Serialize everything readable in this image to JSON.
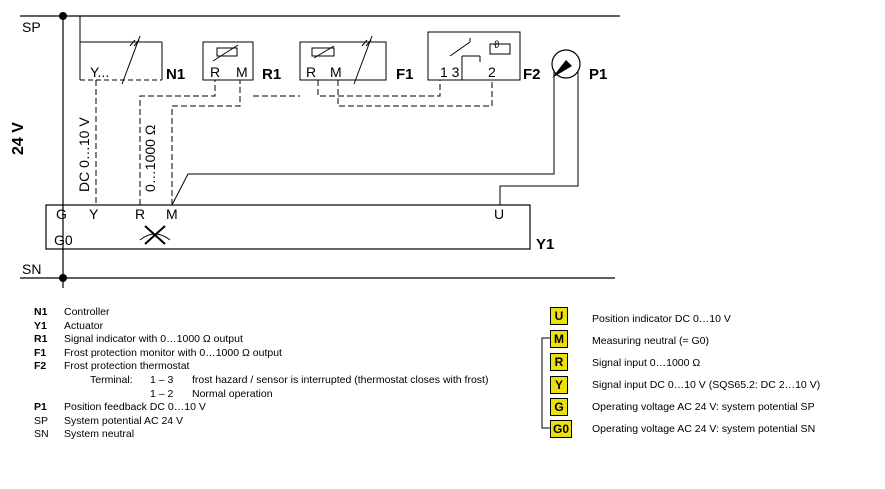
{
  "rails": {
    "top_label": "SP",
    "bottom_label": "SN",
    "voltage_label": "24 V"
  },
  "devices": {
    "n1": {
      "tag": "N1",
      "inner": "Y..."
    },
    "r1": {
      "tag": "R1",
      "r": "R",
      "m": "M"
    },
    "f1": {
      "tag": "F1",
      "r": "R",
      "m": "M"
    },
    "f2": {
      "tag": "F2",
      "t13": "1 3",
      "t2": "2",
      "symbol": "ϑ"
    },
    "p1": {
      "tag": "P1"
    }
  },
  "signals": {
    "y_signal": "DC 0…10 V",
    "r_signal": "0…1000 Ω"
  },
  "actuator": {
    "tag": "Y1",
    "terminal_g": "G",
    "terminal_y": "Y",
    "terminal_r": "R",
    "terminal_m": "M",
    "terminal_u": "U",
    "terminal_g0": "G0"
  },
  "legend": {
    "items": [
      {
        "key": "N1",
        "text": "Controller"
      },
      {
        "key": "Y1",
        "text": "Actuator"
      },
      {
        "key": "R1",
        "text": "Signal indicator with 0…1000 Ω output"
      },
      {
        "key": "F1",
        "text": "Frost protection monitor with 0…1000 Ω output"
      },
      {
        "key": "F2",
        "text": "Frost protection thermostat"
      }
    ],
    "terminal_label": "Terminal:",
    "terminal_rows": [
      {
        "code": "1 – 3",
        "text": "frost hazard / sensor is interrupted (thermostat closes with frost)"
      },
      {
        "code": "1 – 2",
        "text": "Normal operation"
      }
    ],
    "items_after": [
      {
        "key": "P1",
        "text": "Position feedback DC 0…10 V",
        "bold": true
      },
      {
        "key": "SP",
        "text": "System potential AC 24 V",
        "bold": false
      },
      {
        "key": "SN",
        "text": "System neutral",
        "bold": false
      }
    ]
  },
  "terminals": [
    {
      "code": "U",
      "text": "Position indicator DC 0…10 V"
    },
    {
      "code": "M",
      "text": "Measuring neutral (= G0)"
    },
    {
      "code": "R",
      "text": "Signal input 0…1000 Ω"
    },
    {
      "code": "Y",
      "text": "Signal input DC 0…10 V (SQS65.2: DC 2…10 V)"
    },
    {
      "code": "G",
      "text": "Operating voltage AC 24 V: system potential SP"
    },
    {
      "code": "G0",
      "text": "Operating voltage AC 24 V: system potential SN"
    }
  ],
  "colors": {
    "terminal_fill": "#ece00b",
    "line": "#000000"
  }
}
